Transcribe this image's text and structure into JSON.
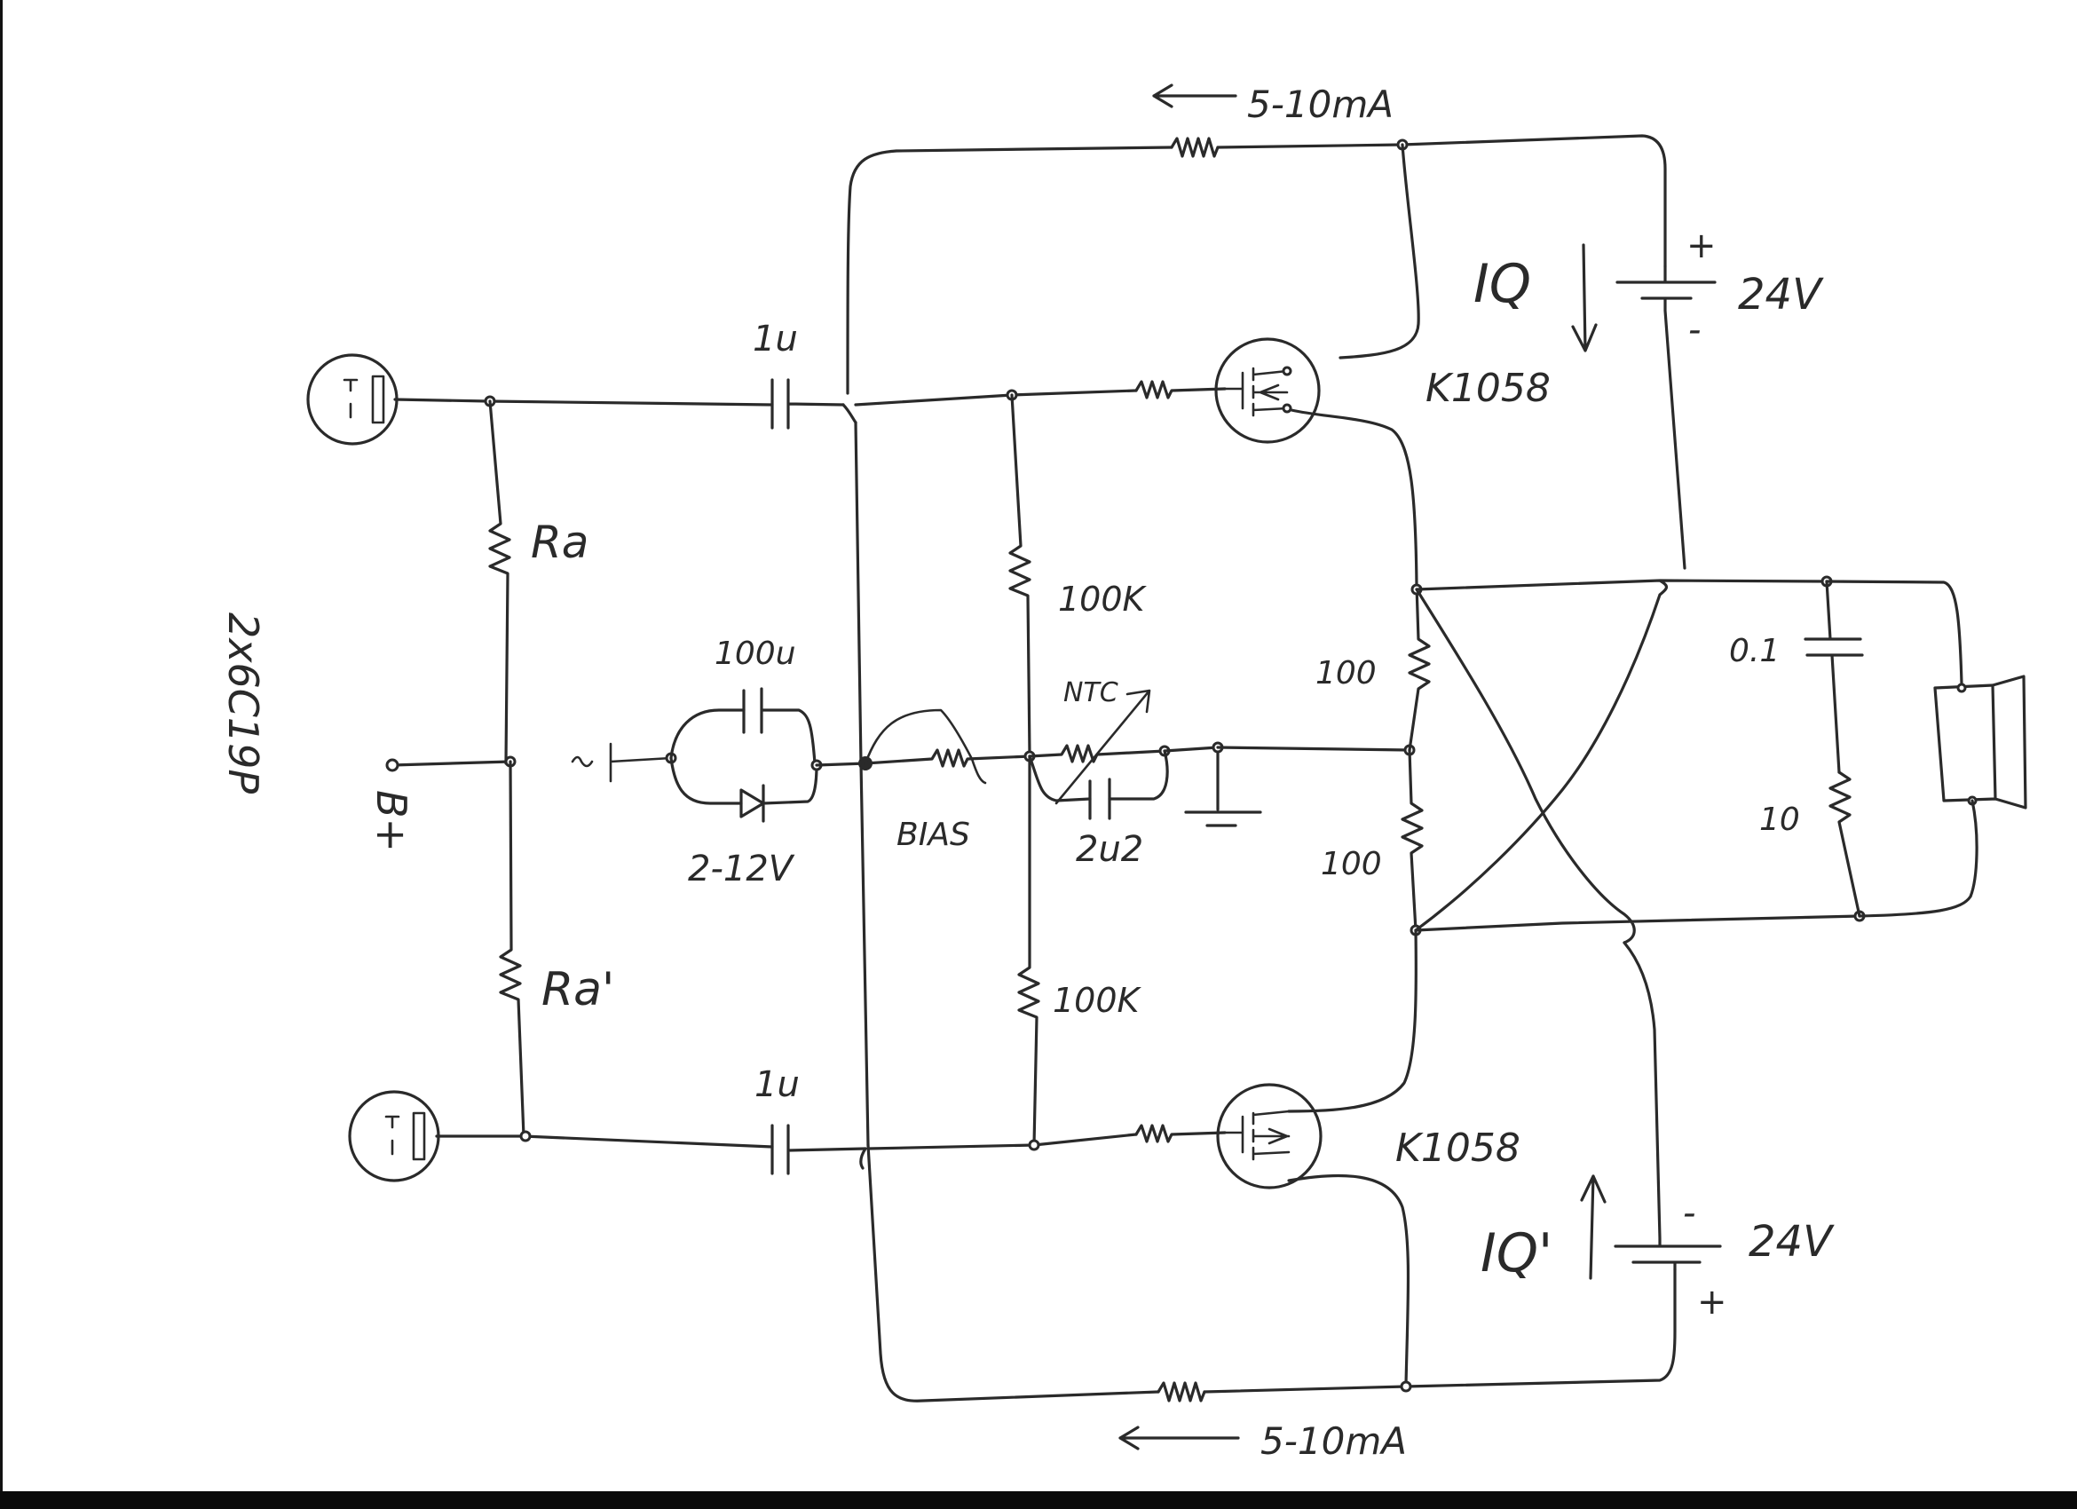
{
  "labels": {
    "current_top": "5-10mA",
    "current_bottom": "5-10mA",
    "tube_type": "2x6C19P",
    "b_plus": "B+",
    "ra_top": "Ra",
    "ra_bottom": "Ra'",
    "cap_top": "1u",
    "cap_bottom": "1u",
    "r_gate_top": "100K",
    "r_gate_bottom": "100K",
    "cap_bias": "100u",
    "zener": "2-12V",
    "bias": "BIAS",
    "ntc": "NTC",
    "cap_ntc": "2u2",
    "r_src_top": "100",
    "r_src_bottom": "100",
    "mosfet_top": "K1058",
    "mosfet_bottom": "K1058",
    "iq_top": "IQ",
    "iq_bottom": "IQ'",
    "supply_top": "24V",
    "supply_bottom": "24V",
    "plus_top": "+",
    "minus_top": "-",
    "plus_bottom": "+",
    "minus_bottom": "-",
    "zobel_cap": "0.1",
    "zobel_res": "10"
  }
}
